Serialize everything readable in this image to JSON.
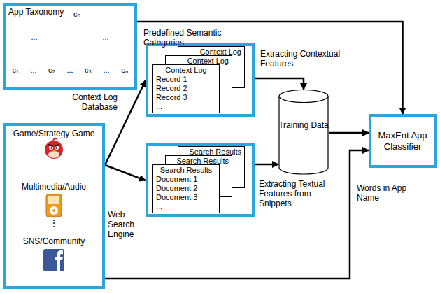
{
  "diagram": {
    "nodes": [
      {
        "text": [
          "App Taxonomy"
        ]
      },
      {
        "text": [
          "Game/Strategy Game",
          "Multimedia/Audio",
          "⋮",
          "SNS/Community"
        ]
      },
      {
        "text": []
      },
      {
        "text": [
          "Context Log"
        ],
        "in": 2
      },
      {
        "text": [
          "Context Log"
        ],
        "in": 2
      },
      {
        "text": [
          "Context Log",
          "Record 1",
          "Record 2",
          "Record 3",
          "..."
        ],
        "in": 2
      },
      {
        "text": []
      },
      {
        "text": [
          "Search Results"
        ],
        "in": 6
      },
      {
        "text": [
          "Search Results"
        ],
        "in": 6
      },
      {
        "text": [
          "Search Results",
          "Document 1",
          "Document 2",
          "Document 3",
          "..."
        ],
        "in": 6
      },
      {
        "text": [
          "Training Data"
        ]
      },
      {
        "text": [
          "MaxEnt App Classifier"
        ]
      }
    ],
    "edges": [
      {
        "from": 0,
        "to": 11,
        "arrow": "to"
      },
      {
        "from": 1,
        "to": 2,
        "arrow": "to"
      },
      {
        "from": 1,
        "to": 6,
        "arrow": "to"
      },
      {
        "from": 2,
        "to": 10,
        "arrow": "to"
      },
      {
        "from": 6,
        "to": 10,
        "arrow": "to"
      },
      {
        "from": 10,
        "to": 11,
        "arrow": "to"
      },
      {
        "from": 1,
        "to": 11,
        "arrow": "to"
      }
    ],
    "labels": [
      "Predefined Semantic Categories",
      "Context Log Database",
      "Web Search Engine",
      "Extracting Contextual Features",
      "Extracting Textual Features from Snippets",
      "Words in App Name",
      "c₀",
      "...",
      "...",
      "c₁",
      "...",
      "c₂",
      "...",
      "c₃",
      "...",
      "cₙ"
    ]
  }
}
